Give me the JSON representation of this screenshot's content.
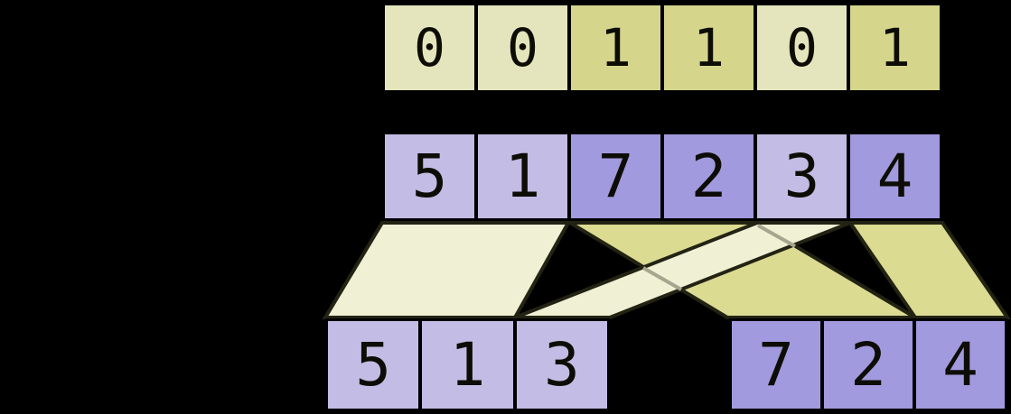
{
  "diagram": {
    "description": "split-by-flag operation: input values routed into two output arrays"
  },
  "colors": {
    "background": "#000000",
    "flag_zero_fill": "#e5e5bd",
    "flag_one_fill": "#d5d58c",
    "value_light_fill": "#c3bce4",
    "value_dark_fill": "#a29ade",
    "band_light_fill": "#f0f0d4",
    "band_dark_fill": "#dbdb92",
    "band_stroke": "#232314",
    "overlap_stroke": "#a6a68e",
    "cell_border": "#000000",
    "digit_color": "#0d0d06"
  },
  "arrays": {
    "flags": {
      "values": [
        "0",
        "0",
        "1",
        "1",
        "0",
        "1"
      ],
      "variants": [
        "zero",
        "zero",
        "one",
        "one",
        "zero",
        "one"
      ]
    },
    "input": {
      "values": [
        "5",
        "1",
        "7",
        "2",
        "3",
        "4"
      ],
      "variants": [
        "light",
        "light",
        "dark",
        "dark",
        "light",
        "dark"
      ]
    },
    "output_left": {
      "values": [
        "5",
        "1",
        "3"
      ],
      "variants": [
        "light",
        "light",
        "light"
      ]
    },
    "output_right": {
      "values": [
        "7",
        "2",
        "4"
      ],
      "variants": [
        "dark",
        "dark",
        "dark"
      ]
    }
  }
}
